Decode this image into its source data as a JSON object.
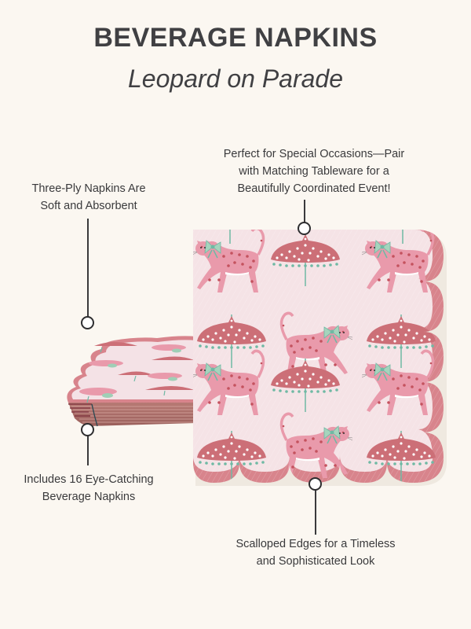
{
  "header": {
    "title": "BEVERAGE NAPKINS",
    "subtitle": "Leopard on Parade"
  },
  "callouts": [
    {
      "id": "three-ply",
      "lines": [
        "Three-Ply Napkins Are",
        "Soft and Absorbent"
      ]
    },
    {
      "id": "special-occasions",
      "lines": [
        "Perfect for Special Occasions—Pair",
        "with Matching Tableware for a",
        "Beautifully Coordinated Event!"
      ]
    },
    {
      "id": "count",
      "lines": [
        "Includes 16 Eye-Catching",
        "Beverage Napkins"
      ]
    },
    {
      "id": "scalloped",
      "lines": [
        "Scalloped Edges for a Timeless",
        "and Sophisticated Look"
      ]
    }
  ],
  "product": {
    "motifs": [
      "leopard-icon",
      "parasol-icon",
      "bow-icon"
    ],
    "napkin_count": 16
  },
  "colors": {
    "background": "#fbf7f1",
    "text": "#404043",
    "napkin_ground": "#f5e3e6",
    "border_pink": "#d8848c",
    "parasol_pink": "#cc6f77",
    "leopard_pink": "#e99aab",
    "spot_red": "#c4525e",
    "mint": "#6fb9a4",
    "stack_edge": "#a86a66"
  }
}
